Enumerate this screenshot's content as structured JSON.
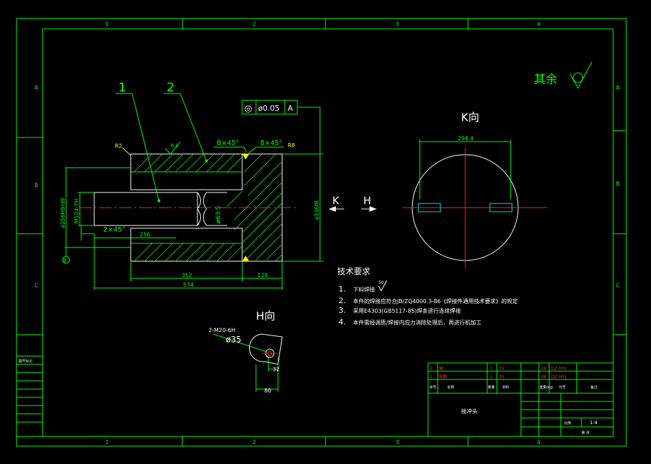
{
  "drawing": {
    "frame_top_labels": [
      "1",
      "2",
      "3",
      "4"
    ],
    "frame_bottom_labels": [
      "1",
      "2",
      "3",
      "4"
    ],
    "frame_left_labels": [
      "A",
      "B",
      "C"
    ],
    "frame_right_labels": [
      "A",
      "B",
      "C"
    ],
    "surface_note": "其余",
    "part_labels": [
      "1",
      "2"
    ],
    "tolerance_frame": {
      "symbol": "◎",
      "value": "ø0.05",
      "datum": "A"
    },
    "radius_r2": "R2",
    "radius_r8": "R8",
    "roughness_63": "6.3",
    "chamfer_left": "8×45°",
    "chamfer_right": "8×45°",
    "chamfer_bottom": "2×45°",
    "dim_phi25": "ø256H9/d9",
    "dim_m": "M124-7H",
    "dim_thread": "ø63.5",
    "dim_phi336": "ø336f8",
    "dim_256": "256",
    "dim_352": "352",
    "dim_128": "128",
    "dim_574": "574",
    "datum_b": "B",
    "view_k_title": "K向",
    "dim_294": "294.4",
    "arrow_k": "K",
    "arrow_h": "H",
    "view_h_title": "H向",
    "hole_note": "2-M20-6H",
    "dim_phi35": "ø35",
    "dim_32": "32",
    "dim_80": "80"
  },
  "tech": {
    "title": "技术要求",
    "items": [
      {
        "num": "1.",
        "text": "下料焊接"
      },
      {
        "num": "2.",
        "text": "本件的焊接应符合JB/ZQ4000.3-86《焊接件通用技术要求》的规定"
      },
      {
        "num": "3.",
        "text": "采用E4303(GB5117-85)焊条进行连续焊接"
      },
      {
        "num": "4.",
        "text": "本件需经调质/焊接内应力消除处理后，再进行机加工"
      }
    ],
    "roughness": "50"
  },
  "bom": {
    "rows": [
      {
        "no": "2",
        "name": "轴",
        "qty": "1",
        "mat": "35",
        "mass": "26",
        "code": "DZ-002"
      },
      {
        "no": "1",
        "name": "轮毂",
        "qty": "1",
        "mat": "35",
        "mass": "38",
        "code": "DZ-001"
      }
    ],
    "header": [
      "序号",
      "名称",
      "数量",
      "材料",
      "重量(kg)",
      "代号",
      "备注"
    ],
    "part_name": "接冲头",
    "scale": "1:4",
    "scale_label": "比例",
    "sheet_label": "第 张"
  },
  "left_strip": {
    "label": "图号标记"
  }
}
